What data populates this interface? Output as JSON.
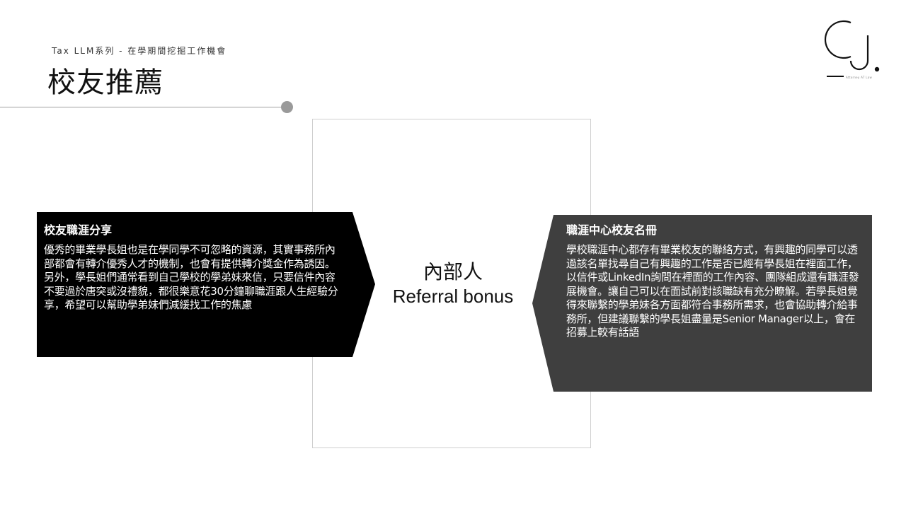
{
  "header": {
    "subtitle": "Tax LLM系列 - 在學期間挖掘工作機會",
    "title": "校友推薦"
  },
  "logo": {
    "monogram": "CJ.",
    "tagline": "Attorney AT Law"
  },
  "center": {
    "title_cn": "內部人",
    "title_en": "Referral bonus"
  },
  "left_panel": {
    "heading": "校友職涯分享",
    "body": "優秀的畢業學長姐也是在學同學不可忽略的資源，其實事務所內部都會有轉介優秀人才的機制，也會有提供轉介獎金作為誘因。另外，學長姐們通常看到自己學校的學弟妹來信，只要信件內容不要過於唐突或沒禮貌，都很樂意花30分鐘聊職涯跟人生經驗分享，希望可以幫助學弟妹們減緩找工作的焦慮",
    "color": "#000000"
  },
  "right_panel": {
    "heading": "職涯中心校友名冊",
    "body": "學校職涯中心都存有畢業校友的聯絡方式，有興趣的同學可以透過該名單找尋自己有興趣的工作是否已經有學長姐在裡面工作，以信件或LinkedIn詢問在裡面的工作內容、團隊組成還有職涯發展機會。讓自己可以在面試前對該職缺有充分瞭解。若學長姐覺得來聯繫的學弟妹各方面都符合事務所需求，也會協助轉介給事務所，但建議聯繫的學長姐盡量是Senior Manager以上，會在招募上較有話語",
    "color": "#3f3f3f"
  },
  "decor": {
    "divider_color": "#9e9e9e",
    "dot_color": "#9a9a9a"
  }
}
